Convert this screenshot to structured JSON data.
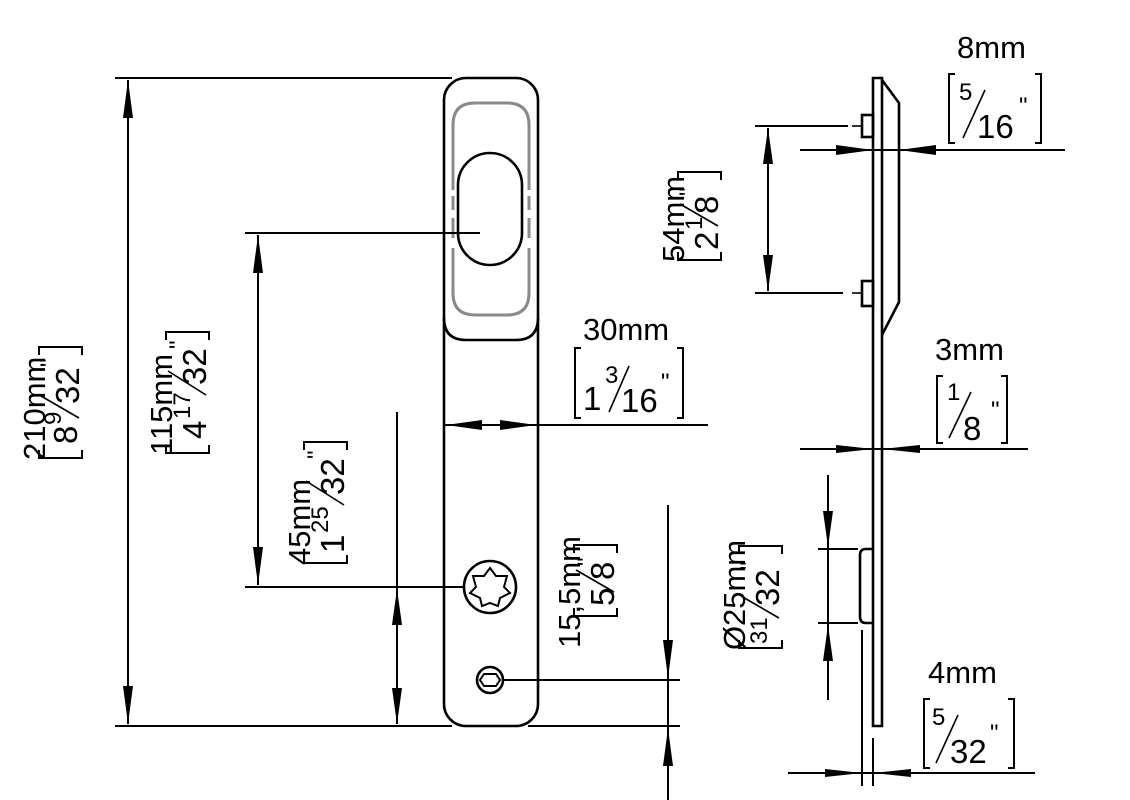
{
  "drawing": {
    "title": "Handle technical dimension drawing",
    "line_color": "#000000",
    "hidden_line_color": "#8a8a8a",
    "background": "#ffffff"
  },
  "dimensions": {
    "overall_length": {
      "metric": "210mm",
      "whole": "8",
      "num": "9",
      "den": "32",
      "inch_mark": "\""
    },
    "center_to_spindle": {
      "metric": "115mm",
      "whole": "4",
      "num": "17",
      "den": "32",
      "inch_mark": "\""
    },
    "spindle_to_bottom": {
      "metric": "45mm",
      "whole": "1",
      "num": "25",
      "den": "32",
      "inch_mark": "\""
    },
    "width": {
      "metric": "30mm",
      "whole": "1",
      "num": "3",
      "den": "16",
      "inch_mark": "\""
    },
    "screw_to_bottom": {
      "metric": "15,5mm",
      "whole": "",
      "num": "5",
      "den": "8",
      "inch_mark": "\""
    },
    "handle_depth": {
      "metric": "8mm",
      "whole": "",
      "num": "5",
      "den": "16",
      "inch_mark": "\""
    },
    "boss_spacing": {
      "metric": "54mm",
      "whole": "2",
      "num": "1",
      "den": "8",
      "inch_mark": "\""
    },
    "plate_thickness": {
      "metric": "3mm",
      "whole": "",
      "num": "1",
      "den": "8",
      "inch_mark": "\""
    },
    "rosette_diameter": {
      "metric": "25mm",
      "prefix": "Ø",
      "whole": "",
      "num": "31",
      "den": "32",
      "inch_mark": "\""
    },
    "rosette_depth": {
      "metric": "4mm",
      "whole": "",
      "num": "5",
      "den": "32",
      "inch_mark": "\""
    }
  }
}
